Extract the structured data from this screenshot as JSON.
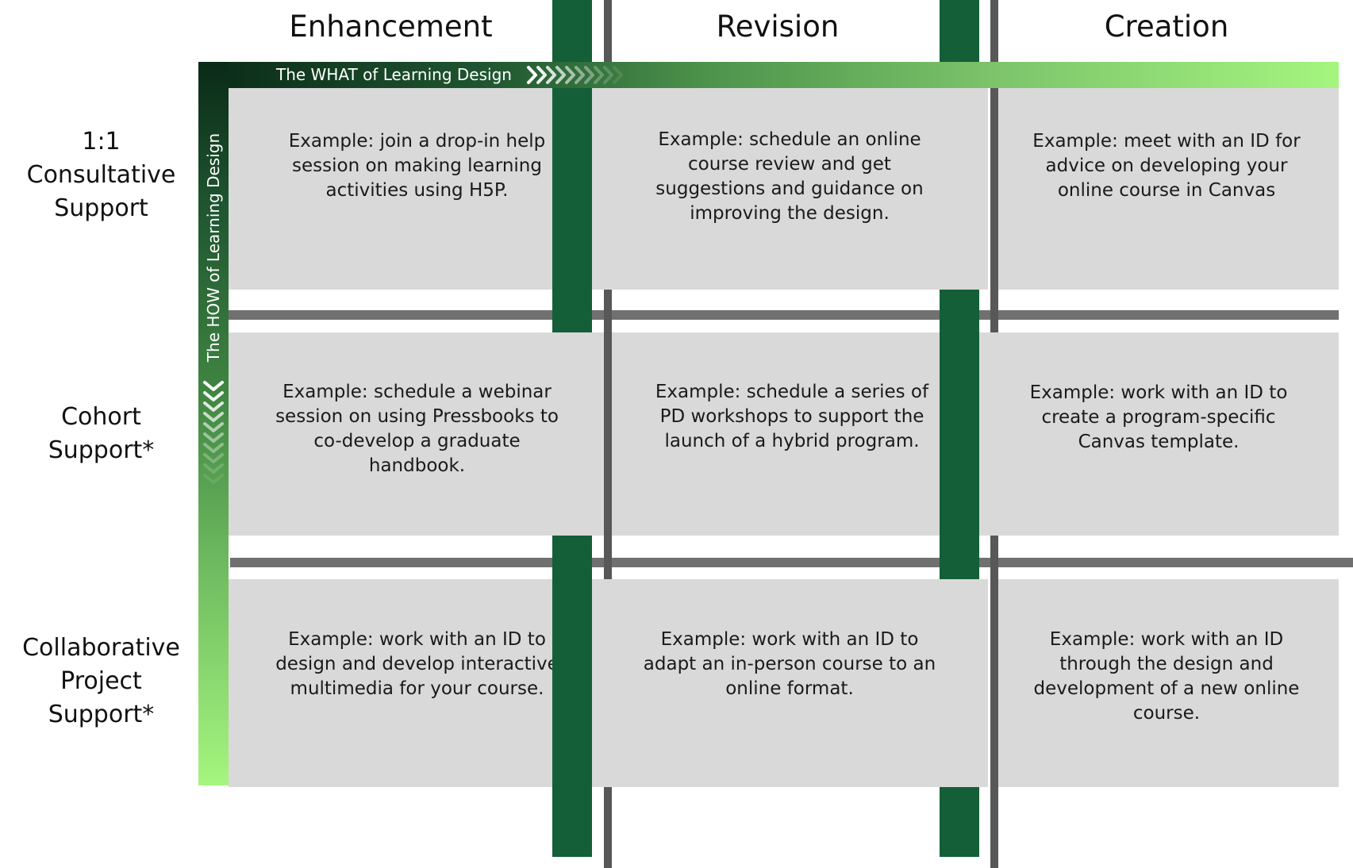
{
  "columns": [
    "Enhancement",
    "Revision",
    "Creation"
  ],
  "rows": [
    {
      "label_lines": [
        "1:1",
        "Consultative",
        "Support"
      ]
    },
    {
      "label_lines": [
        "Cohort",
        "Support*"
      ]
    },
    {
      "label_lines": [
        "Collaborative",
        "Project",
        "Support*"
      ]
    }
  ],
  "axes": {
    "what": "The WHAT of Learning Design",
    "how": "The HOW of Learning Design"
  },
  "cells": [
    [
      "Example: join a drop-in help session on making learning activities using H5P.",
      "Example: schedule an online course review and get suggestions and guidance on improving the design.",
      "Example: meet with an ID for advice on developing your online course in Canvas"
    ],
    [
      "Example: schedule a webinar session on using Pressbooks to co-develop a graduate handbook.",
      "Example: schedule a series of PD workshops to support the launch of a hybrid program.",
      "Example: work with an ID to create a program-specific Canvas template."
    ],
    [
      "Example: work with an ID to design and develop interactive multimedia for your course.",
      "Example: work with an ID to adapt an in-person course to an online format.",
      "Example: work with an ID through the design and development of a new online course."
    ]
  ],
  "colors": {
    "dark_green": "#145e38",
    "gray_bar": "#585858",
    "cell_bg": "#d9d9d9",
    "gradient_start": "#0a2a17",
    "gradient_end": "#a5f57f"
  }
}
